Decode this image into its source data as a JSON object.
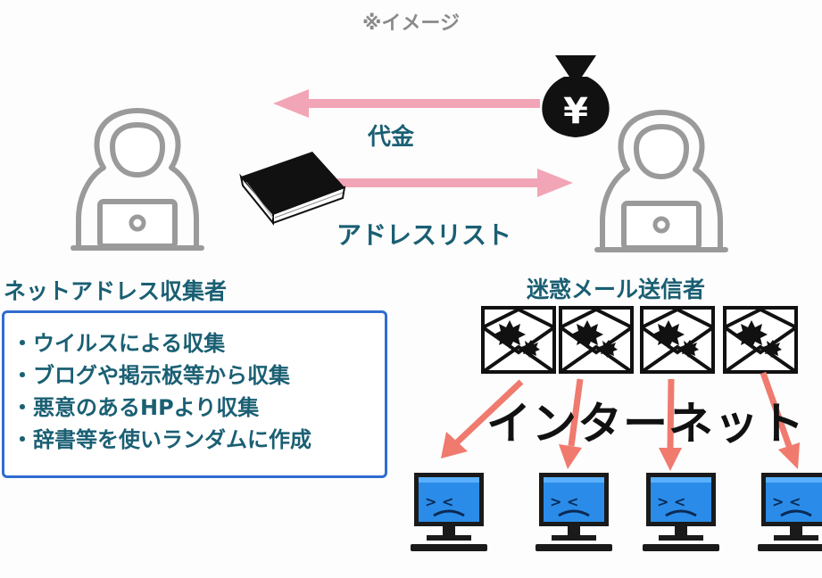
{
  "caption": "※イメージ",
  "labels": {
    "price": "代金",
    "address_list": "アドレスリスト",
    "collector": "ネットアドレス収集者",
    "spammer": "迷惑メール送信者",
    "internet": "インターネット"
  },
  "methods": [
    "・ウイルスによる収集",
    "・ブログや掲示板等から収集",
    "・悪意のあるHPより収集",
    "・辞書等を使いランダムに作成"
  ],
  "money_bag_symbol": "¥",
  "colors": {
    "arrow": "#f2a5b6",
    "spread_arrow": "#f07a6e",
    "label_teal": "#1a5f73",
    "box_border": "#2f6cd0",
    "screen_blue": "#2a8ce8",
    "person_gray": "#9a9a9a"
  }
}
